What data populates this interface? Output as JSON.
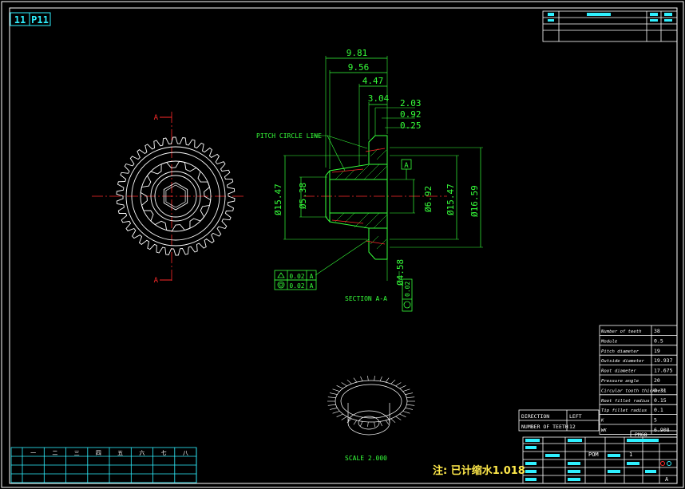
{
  "sheet": {
    "page_number": "11",
    "page_code": "P11",
    "note": "注: 已计缩水1.018"
  },
  "dimensions": {
    "d_9_81": "9.81",
    "d_9_56": "9.56",
    "d_4_47": "4.47",
    "d_3_04": "3.04",
    "d_2_03": "2.03",
    "d_0_92": "0.92",
    "d_0_25": "0.25",
    "dia_15_47_left": "Ø15.47",
    "dia_5_38": "Ø5.38",
    "dia_6_92": "Ø6.92",
    "dia_15_47_right": "Ø15.47",
    "dia_16_59": "Ø16.59",
    "dia_4_58": "Ø4.58"
  },
  "labels": {
    "pitch_circle_line": "PITCH CIRCLE LINE",
    "section": "SECTION  A-A",
    "scale": "SCALE  2.000",
    "section_marker_top": "A",
    "section_marker_bottom": "A",
    "datum_a": "A"
  },
  "tolerances": {
    "row1_value": "0.02",
    "row1_datum": "A",
    "row2_value": "0.02",
    "row2_datum": "A",
    "runout_value": "0.02"
  },
  "gear_table": [
    {
      "label": "Number of teeth",
      "value": "38"
    },
    {
      "label": "Module",
      "value": "0.5"
    },
    {
      "label": "Pitch diameter",
      "value": "19"
    },
    {
      "label": "Outside diameter",
      "value": "19.937"
    },
    {
      "label": "Root diameter",
      "value": "17.675"
    },
    {
      "label": "Pressure angle",
      "value": "20"
    },
    {
      "label": "Circular tooth thickness",
      "value": "0.31"
    },
    {
      "label": "Root fillet radius",
      "value": "0.15"
    },
    {
      "label": "Tip fillet radius",
      "value": "0.1"
    },
    {
      "label": "K",
      "value": "5"
    },
    {
      "label": "WK",
      "value": "6.908"
    }
  ],
  "helix_table": {
    "direction_label": "DIRECTION",
    "direction_value": "LEFT",
    "teeth_label": "NUMBER OF TEETH",
    "teeth_value": "12"
  },
  "title_block": {
    "material": "POM",
    "qty": "1",
    "row_a": "A",
    "mark": "PMG8"
  },
  "revision_row": [
    "一",
    "二",
    "三",
    "四",
    "五",
    "六",
    "七",
    "八"
  ],
  "colors": {
    "line": "#36ff3a",
    "frame": "#ffffff",
    "center": "#ff2a2a",
    "text_cyan": "#2ff0ff",
    "note": "#ffe94a"
  }
}
